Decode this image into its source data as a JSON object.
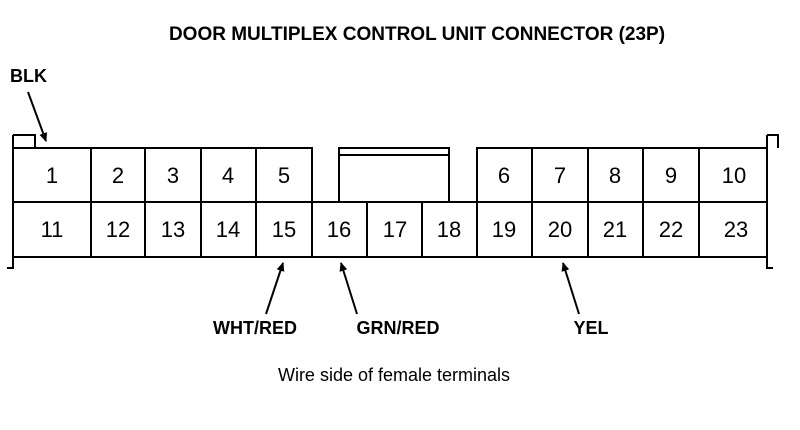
{
  "title": "DOOR MULTIPLEX CONTROL UNIT CONNECTOR (23P)",
  "top_pins": [
    "1",
    "2",
    "3",
    "4",
    "5",
    "6",
    "7",
    "8",
    "9",
    "10"
  ],
  "bottom_pins": [
    "11",
    "12",
    "13",
    "14",
    "15",
    "16",
    "17",
    "18",
    "19",
    "20",
    "21",
    "22",
    "23"
  ],
  "wire_labels": {
    "pin1": "BLK",
    "pin15": "WHT/RED",
    "pin16": "GRN/RED",
    "pin20": "YEL"
  },
  "caption": "Wire side of female terminals"
}
